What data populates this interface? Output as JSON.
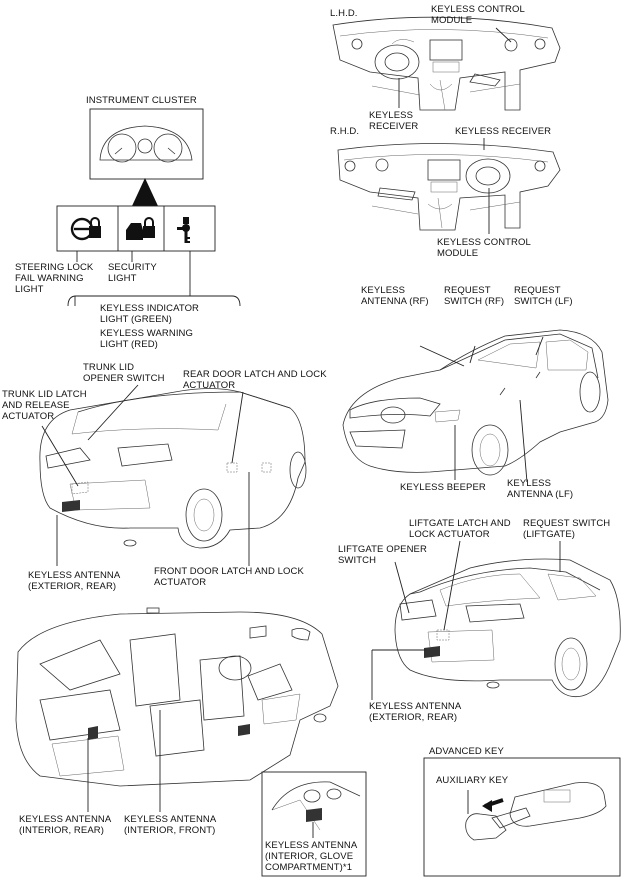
{
  "diagram": {
    "instrument_cluster": {
      "title": "INSTRUMENT CLUSTER",
      "steering_lock": "STEERING LOCK\nFAIL WARNING\nLIGHT",
      "security": "SECURITY\nLIGHT",
      "indicator": "KEYLESS INDICATOR\nLIGHT (GREEN)",
      "warning": "KEYLESS WARNING\nLIGHT (RED)"
    },
    "lhd": {
      "title": "L.H.D.",
      "control_module": "KEYLESS CONTROL\nMODULE",
      "receiver": "KEYLESS\nRECEIVER"
    },
    "rhd": {
      "title": "R.H.D.",
      "receiver": "KEYLESS RECEIVER",
      "control_module": "KEYLESS CONTROL\nMODULE"
    },
    "hatch_front": {
      "antenna_rf": "KEYLESS\nANTENNA (RF)",
      "switch_rf": "REQUEST\nSWITCH (RF)",
      "switch_lf": "REQUEST\nSWITCH (LF)",
      "beeper": "KEYLESS BEEPER",
      "antenna_lf": "KEYLESS\nANTENNA (LF)"
    },
    "sedan": {
      "trunk_opener": "TRUNK LID\nOPENER SWITCH",
      "trunk_latch": "TRUNK LID LATCH\nAND RELEASE\nACTUATOR",
      "rear_door": "REAR DOOR LATCH AND LOCK\nACTUATOR",
      "antenna_ext": "KEYLESS ANTENNA\n(EXTERIOR, REAR)",
      "front_door": "FRONT DOOR LATCH AND LOCK\nACTUATOR"
    },
    "hatch_rear": {
      "liftgate_latch": "LIFTGATE LATCH AND\nLOCK ACTUATOR",
      "request_liftgate": "REQUEST SWITCH\n(LIFTGATE)",
      "opener": "LIFTGATE OPENER\nSWITCH",
      "antenna_ext": "KEYLESS ANTENNA\n(EXTERIOR, REAR)"
    },
    "interior": {
      "antenna_rear": "KEYLESS ANTENNA\n(INTERIOR, REAR)",
      "antenna_front": "KEYLESS ANTENNA\n(INTERIOR, FRONT)",
      "antenna_glove": "KEYLESS ANTENNA\n(INTERIOR, GLOVE\nCOMPARTMENT)*1"
    },
    "advanced_key": {
      "title": "ADVANCED KEY",
      "auxiliary": "AUXILIARY KEY"
    }
  }
}
